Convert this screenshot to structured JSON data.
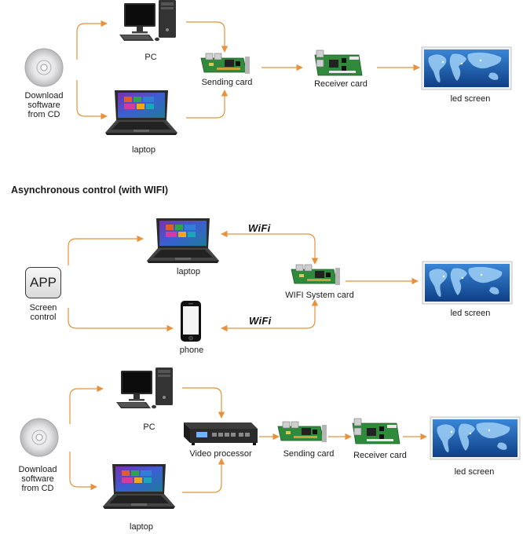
{
  "section_title": "Asynchronous control (with WIFI)",
  "section1": {
    "cd_label": [
      "Download",
      "software",
      "from CD"
    ],
    "pc_label": "PC",
    "laptop_label": "laptop",
    "sending_card_label": "Sending card",
    "receiver_card_label": "Receiver card",
    "led_screen_label": "led screen"
  },
  "section2": {
    "app_label": "APP",
    "screen_control_label": [
      "Screen",
      "control"
    ],
    "laptop_label": "laptop",
    "phone_label": "phone",
    "wifi_label_top": "WiFi",
    "wifi_label_bottom": "WiFi",
    "wifi_card_label": "WIFI System card",
    "led_screen_label": "led screen"
  },
  "section3": {
    "cd_label": [
      "Download",
      "software",
      "from CD"
    ],
    "pc_label": "PC",
    "laptop_label": "laptop",
    "video_processor_label": "Video processor",
    "sending_card_label": "Sending card",
    "receiver_card_label": "Receiver card",
    "led_screen_label": "led screen"
  },
  "colors": {
    "arrow": "#e8913a",
    "pcb_green": "#2f8a3c",
    "screen_blue": "#1f5fa8"
  },
  "icons": [
    "cd-icon",
    "desktop-pc-icon",
    "laptop-icon",
    "sending-card-icon",
    "receiver-card-icon",
    "led-screen-icon",
    "app-icon",
    "phone-icon",
    "wifi-card-icon",
    "video-processor-icon"
  ]
}
